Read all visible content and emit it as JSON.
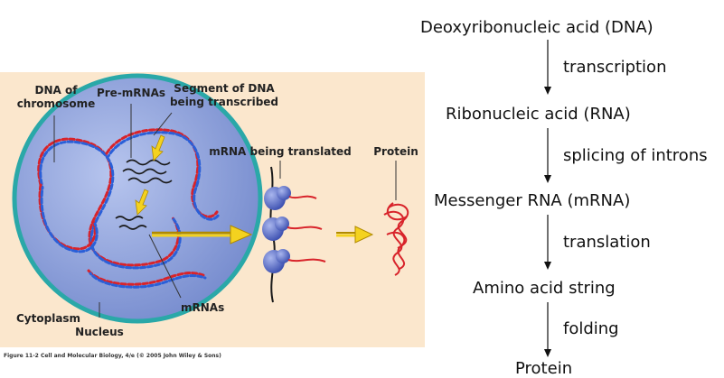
{
  "figure": {
    "labels": {
      "dna_of_chromosome_1": "DNA of",
      "dna_of_chromosome_2": "chromosome",
      "pre_mrnas": "Pre-mRNAs",
      "segment_1": "Segment of DNA",
      "segment_2": "being transcribed",
      "mrna_translated": "mRNA being translated",
      "protein": "Protein",
      "cytoplasm": "Cytoplasm",
      "nucleus": "Nucleus",
      "mrnas": "mRNAs"
    },
    "caption": "Figure 11-2  Cell and Molecular Biology, 4/e (© 2005 John Wiley & Sons)",
    "colors": {
      "panel_bg": "#fbe7cd",
      "nucleus_fill": "#8ea2d8",
      "nucleus_border": "#2aa8a8",
      "dna_red": "#d8232a",
      "dna_blue": "#2a5fd8",
      "arrow_yellow": "#f4d21f",
      "ribosome": "#5b6fc7",
      "protein_red": "#d8232a"
    }
  },
  "flow": {
    "steps": [
      "Deoxyribonucleic acid (DNA)",
      "Ribonucleic acid (RNA)",
      "Messenger RNA (mRNA)",
      "Amino acid string",
      "Protein"
    ],
    "processes": [
      "transcription",
      "splicing of introns",
      "translation",
      "folding"
    ]
  }
}
